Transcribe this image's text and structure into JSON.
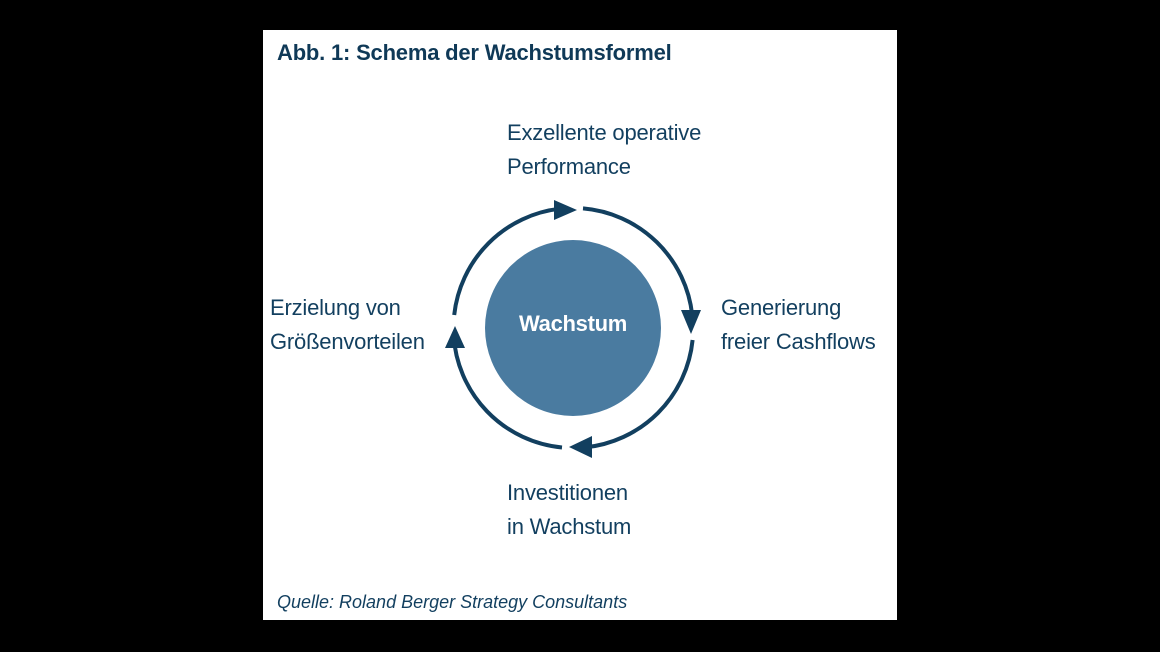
{
  "figure": {
    "title": "Abb. 1: Schema der Wachstumsformel",
    "source": "Quelle: Roland Berger Strategy Consultants"
  },
  "diagram": {
    "center": "Wachstum",
    "top": {
      "line1": "Exzellente operative",
      "line2": "Performance"
    },
    "right": {
      "line1": "Generierung",
      "line2": "freier Cashflows"
    },
    "bottom": {
      "line1": "Investitionen",
      "line2": "in Wachstum"
    },
    "left": {
      "line1": "Erzielung von",
      "line2": "Größenvorteilen"
    }
  },
  "colors": {
    "circle_fill": "#4a7ba0",
    "ring_stroke": "#123f5f",
    "text": "#123f5f",
    "background": "#ffffff",
    "frame": "#000000"
  }
}
